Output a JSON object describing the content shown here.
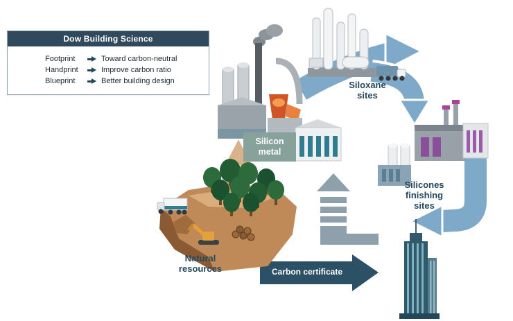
{
  "legend": {
    "title": "Dow Building Science",
    "rows": [
      {
        "term": "Footprint",
        "description": "Toward carbon-neutral"
      },
      {
        "term": "Handprint",
        "description": "Improve carbon ratio"
      },
      {
        "term": "Blueprint",
        "description": "Better building design"
      }
    ]
  },
  "nodes": {
    "silicon_metal": {
      "label": "Silicon\nmetal"
    },
    "siloxane_sites": {
      "label": "Siloxane\nsites"
    },
    "silicones_finishing_sites": {
      "label": "Silicones\nfinishing\nsites"
    },
    "natural_resources": {
      "label": "Natural\nresources"
    },
    "carbon_certificate": {
      "label": "Carbon certificate"
    }
  },
  "icons": {
    "legend_arrow": "right-arrow"
  },
  "colors": {
    "legend_header": "#31495c",
    "dark_teal": "#24485c",
    "blue_arrow": "#7ea9c9",
    "tan_arrow": "#d9b18a",
    "gray_arrow": "#8da0ab",
    "certificate_arrow": "#2c5065",
    "label_box": "#87a19b"
  }
}
